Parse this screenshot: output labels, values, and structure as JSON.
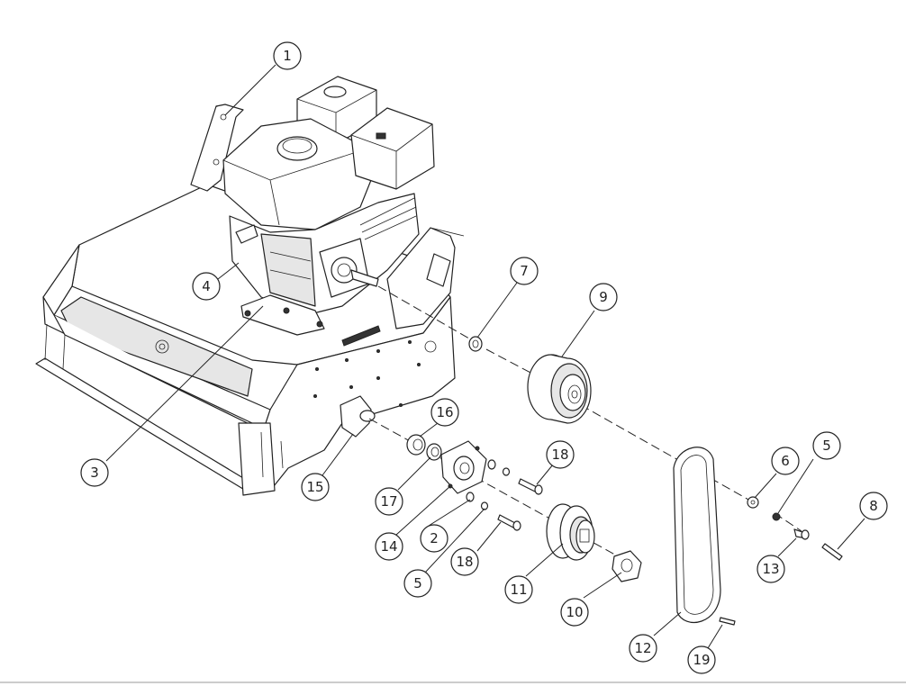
{
  "diagram": {
    "callouts": [
      {
        "label": "1"
      },
      {
        "label": "2"
      },
      {
        "label": "3"
      },
      {
        "label": "4"
      },
      {
        "label": "5"
      },
      {
        "label": "5"
      },
      {
        "label": "6"
      },
      {
        "label": "7"
      },
      {
        "label": "8"
      },
      {
        "label": "9"
      },
      {
        "label": "10"
      },
      {
        "label": "11"
      },
      {
        "label": "12"
      },
      {
        "label": "13"
      },
      {
        "label": "14"
      },
      {
        "label": "15"
      },
      {
        "label": "16"
      },
      {
        "label": "17"
      },
      {
        "label": "18"
      },
      {
        "label": "18"
      },
      {
        "label": "19"
      }
    ]
  }
}
